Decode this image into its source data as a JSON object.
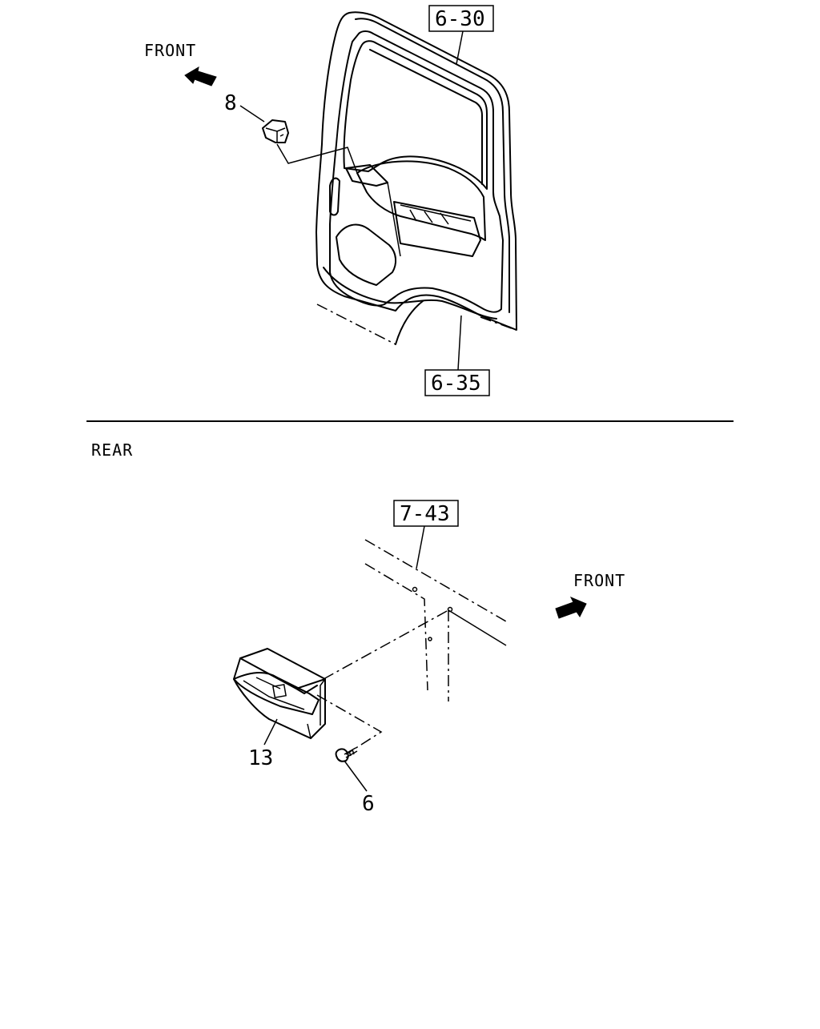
{
  "top": {
    "direction_label": "FRONT",
    "ref_upper": "6-30",
    "ref_lower": "6-35",
    "part_callout": "8"
  },
  "divider_label": "REAR",
  "bottom": {
    "ref": "7-43",
    "direction_label": "FRONT",
    "part_callout_main": "13",
    "part_callout_screw": "6"
  }
}
